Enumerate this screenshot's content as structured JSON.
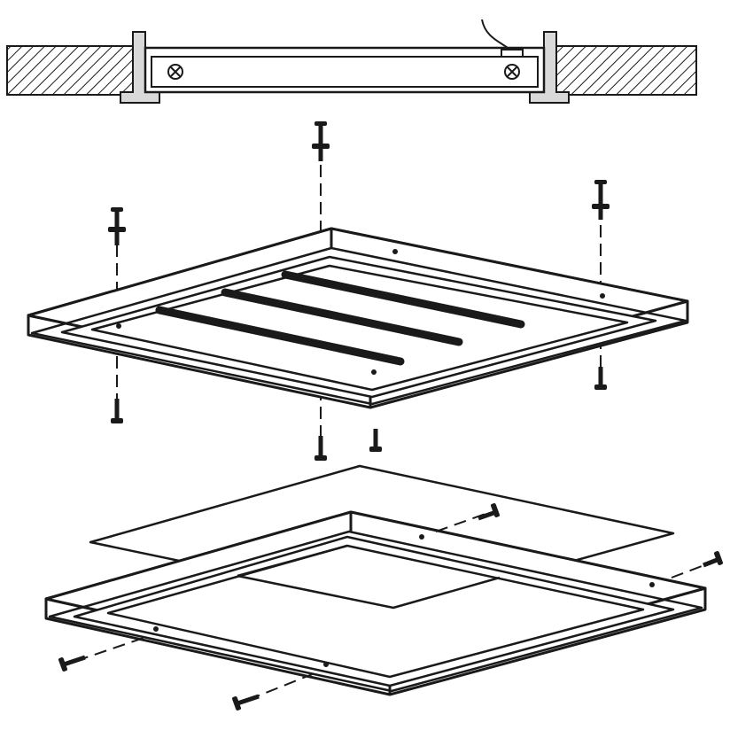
{
  "diagram": {
    "type": "exploded-installation-view",
    "colors": {
      "line": "#1a1a1a",
      "fill": "#ffffff",
      "bracket": "#d9d9d9",
      "panel": "#f2f2f2",
      "hatch": "#1a1a1a"
    },
    "components": [
      {
        "name": "ceiling-cross-section",
        "icon": "ceiling-section-icon"
      },
      {
        "name": "led-panel-top-frame",
        "icon": "panel-frame-icon"
      },
      {
        "name": "diffuser-sheet",
        "icon": "diffuser-icon"
      },
      {
        "name": "bottom-frame",
        "icon": "frame-icon"
      }
    ],
    "fasteners": {
      "vertical_screws": 4,
      "side_screws": 4
    },
    "led_strips": 3
  }
}
